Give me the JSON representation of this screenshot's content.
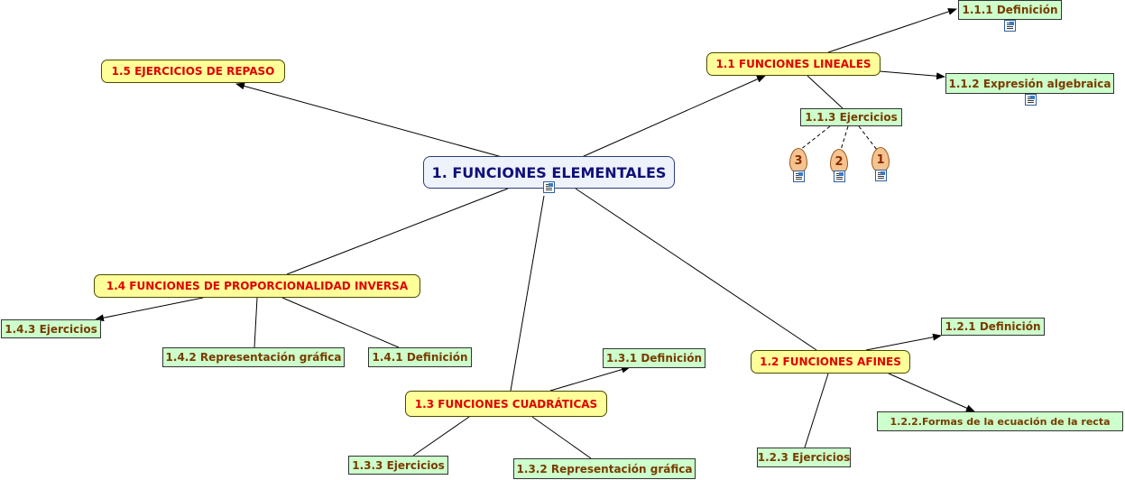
{
  "root": {
    "label": "1. FUNCIONES ELEMENTALES"
  },
  "topics": {
    "t11": "1.1 FUNCIONES LINEALES",
    "t12": "1.2 FUNCIONES AFINES",
    "t13": "1.3 FUNCIONES CUADRÁTICAS",
    "t14": "1.4 FUNCIONES DE PROPORCIONALIDAD INVERSA",
    "t15": "1.5 EJERCICIOS DE REPASO"
  },
  "leaves": {
    "l111": "1.1.1 Definición",
    "l112": "1.1.2 Expresión algebraica",
    "l113": "1.1.3 Ejercicios",
    "l121": "1.2.1 Definición",
    "l122": "1.2.2.Formas de la ecuación de la recta",
    "l123": "1.2.3 Ejercicios",
    "l131": "1.3.1 Definición",
    "l132": "1.3.2 Representación gráfica",
    "l133": "1.3.3 Ejercicios",
    "l141": "1.4.1 Definición",
    "l142": "1.4.2 Representación gráfica",
    "l143": "1.4.3 Ejercicios"
  },
  "exercises": [
    "3",
    "2",
    "1"
  ],
  "icons": {
    "resource": "document-icon"
  },
  "colors": {
    "root_fill": "#eef3fb",
    "root_text": "#10107a",
    "topic_fill": "#ffff99",
    "topic_text": "#e00000",
    "leaf_fill": "#ccffcc",
    "leaf_text": "#7a3a00",
    "egg_fill": "#f5c38f"
  }
}
